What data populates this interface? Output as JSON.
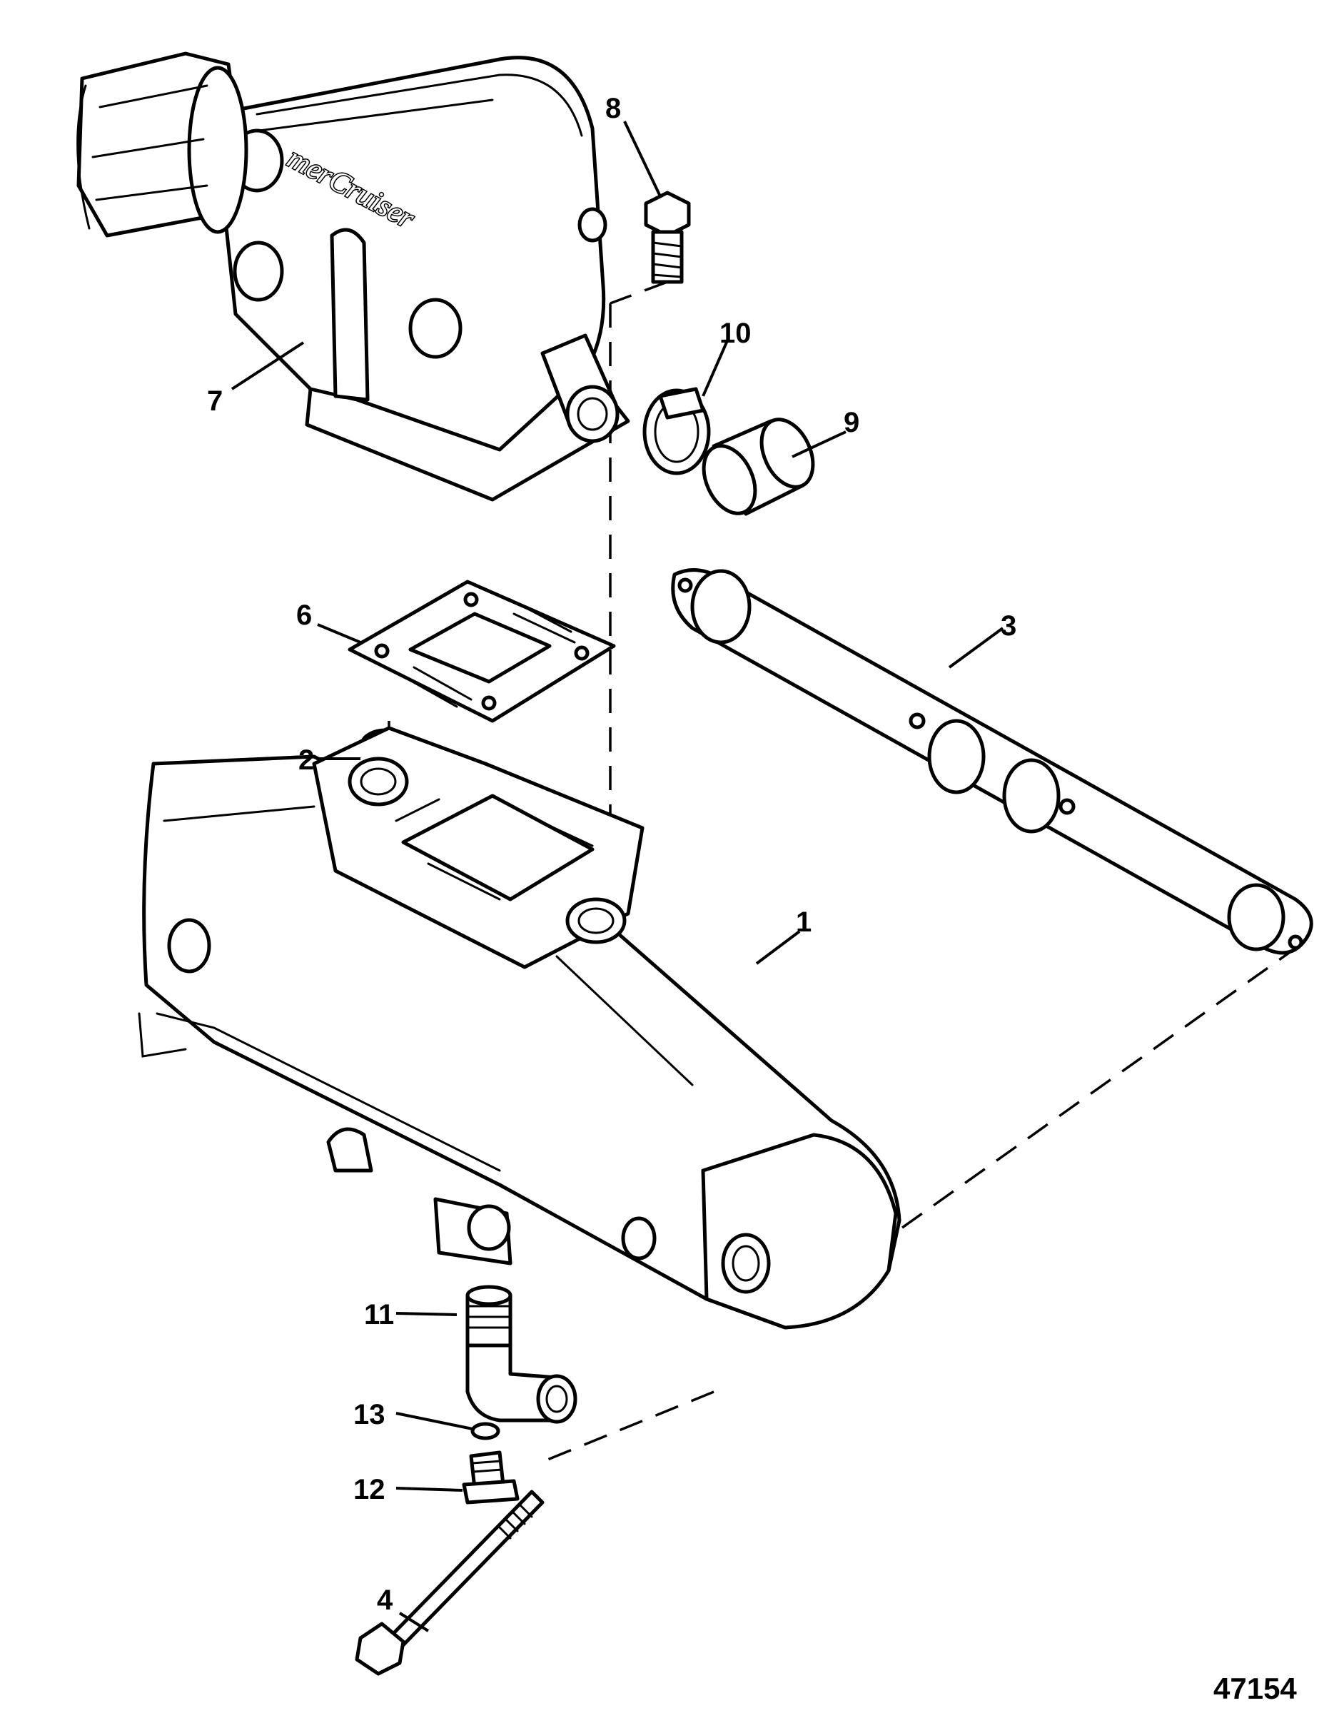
{
  "diagram": {
    "figure_number": "47154",
    "brand_logo": "merCruiser",
    "callouts": [
      "1",
      "2",
      "3",
      "4",
      "6",
      "7",
      "8",
      "9",
      "10",
      "11",
      "12",
      "13"
    ],
    "parts": [
      "exhaust-manifold",
      "pipe-plug",
      "manifold-gasket",
      "manifold-bolt",
      "elbow-gasket",
      "exhaust-elbow",
      "elbow-bolt",
      "hose-cap",
      "hose-clamp",
      "elbow-fitting",
      "drain-plug",
      "o-ring"
    ]
  }
}
